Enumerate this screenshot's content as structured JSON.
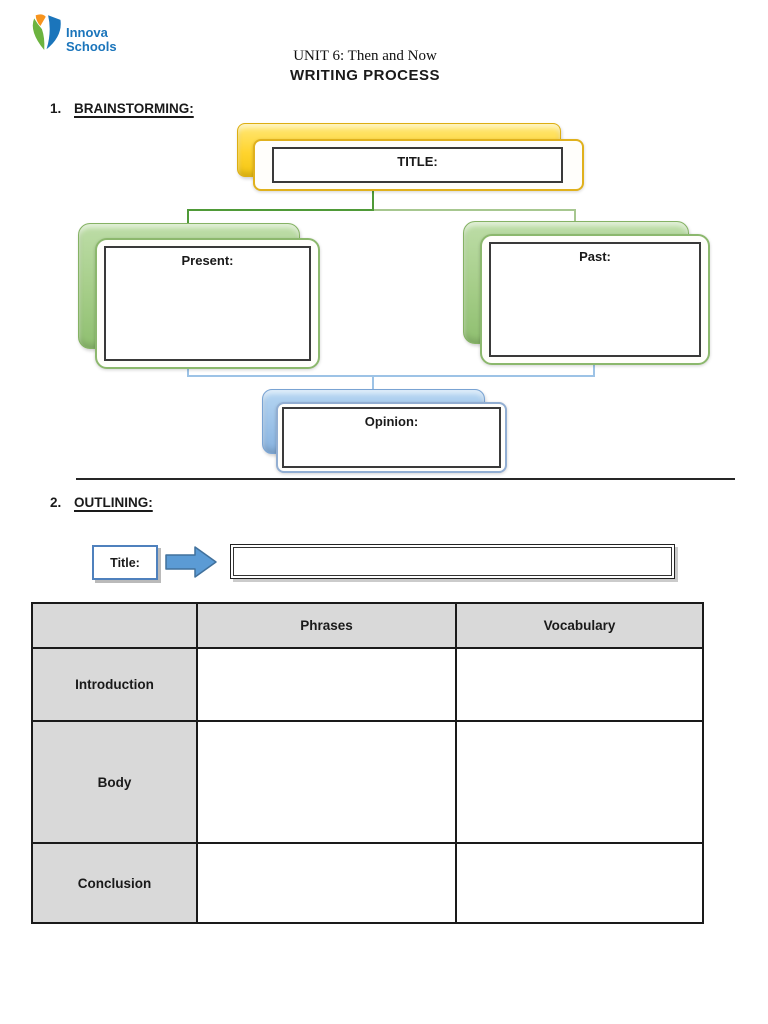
{
  "logo": {
    "line1": "Innova",
    "line2": "Schools",
    "text_color": "#1b75bb",
    "icon_colors": {
      "orange": "#f7941e",
      "green": "#6cb33f",
      "blue": "#1b75bb"
    }
  },
  "header": {
    "title_line1": "UNIT 6: Then and Now",
    "title_line2": "WRITING PROCESS"
  },
  "sections": {
    "brainstorming": {
      "number": "1.",
      "label": "BRAINSTORMING:"
    },
    "outlining": {
      "number": "2.",
      "label": "OUTLINING:"
    }
  },
  "diagram": {
    "title_box": {
      "label": "TITLE:",
      "value": "",
      "fill": "#ffd42e",
      "border": "#e0b11d"
    },
    "present_box": {
      "label": "Present:",
      "value": "",
      "fill": "#a9d18e",
      "border": "#8cb86d"
    },
    "past_box": {
      "label": "Past:",
      "value": "",
      "fill": "#a9d18e",
      "border": "#8cb86d"
    },
    "opinion_box": {
      "label": "Opinion:",
      "value": "",
      "fill": "#9dc3e6",
      "border": "#92aed2"
    },
    "connector_colors": {
      "green_dark": "#4f9a38",
      "green_light": "#a7c790",
      "blue": "#9dc3e6"
    }
  },
  "outline": {
    "title_label": "Title:",
    "title_value": "",
    "arrow_icon": "right-arrow",
    "arrow_color": "#5b9bd5",
    "table": {
      "header_bg": "#d9d9d9",
      "columns": [
        "",
        "Phrases",
        "Vocabulary"
      ],
      "rows": [
        {
          "label": "Introduction",
          "phrases": "",
          "vocabulary": ""
        },
        {
          "label": "Body",
          "phrases": "",
          "vocabulary": ""
        },
        {
          "label": "Conclusion",
          "phrases": "",
          "vocabulary": ""
        }
      ]
    }
  }
}
